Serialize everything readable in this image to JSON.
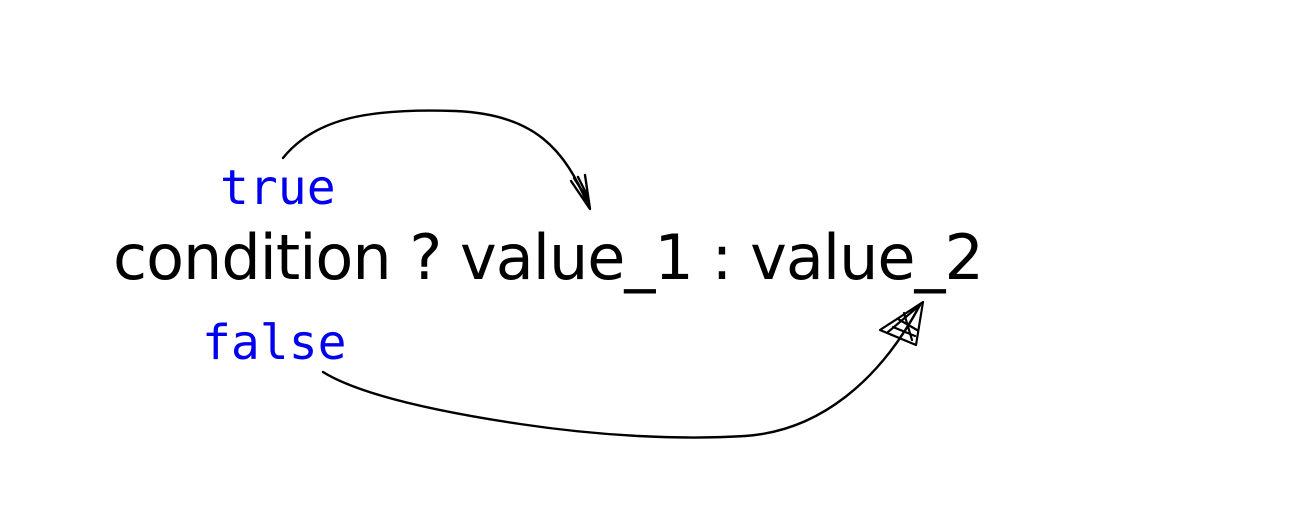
{
  "expression": {
    "condition": "condition",
    "question_mark": "?",
    "value_1": "value_1",
    "colon": ":",
    "value_2": "value_2"
  },
  "labels": {
    "true_label": "true",
    "false_label": "false"
  },
  "colors": {
    "expression": "#000000",
    "labels": "#0000ee",
    "arrows": "#000000"
  }
}
